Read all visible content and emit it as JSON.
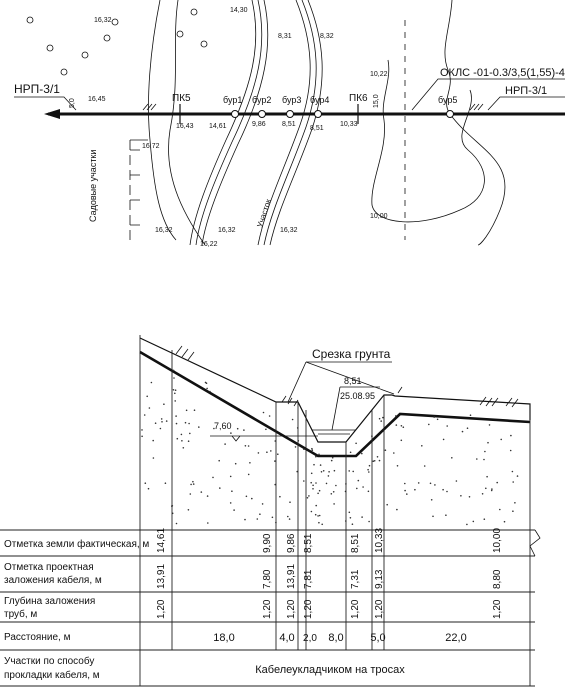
{
  "plan": {
    "route_label_left": "НРП-3/1",
    "route_label_right": "НРП-3/1",
    "cable_label": "ОКЛС -01-0.3/3,5(1,55)-4",
    "pickets": [
      "ПК5",
      "ПК6"
    ],
    "bores": [
      "бур1",
      "бур2",
      "бур3",
      "бур4",
      "бур5"
    ],
    "vertical_labels": [
      "Садовые участки",
      "Участок"
    ],
    "small_vertical": [
      "5,0",
      "15,0"
    ],
    "elevations": [
      "16,32",
      "14,30",
      "8,31",
      "8,32",
      "16,45",
      "16,43",
      "14,61",
      "9,86",
      "8,51",
      "8,51",
      "10,33",
      "10,22",
      "16,72",
      "16,32",
      "16,22",
      "16,32",
      "16,32",
      "10,00"
    ]
  },
  "profile": {
    "cut_label": "Срезка грунта",
    "water_mark": "8,51",
    "water_date": "25.08.95",
    "bottom_mark": "7,60"
  },
  "table": {
    "rows": [
      {
        "label_lines": [
          "Отметка земли фактическая, м"
        ],
        "values": [
          "14,61",
          "9,90",
          "9,86",
          "8,51",
          "8,51",
          "10,33",
          "10,00"
        ]
      },
      {
        "label_lines": [
          "Отметка проектная",
          "заложения кабеля, м"
        ],
        "values": [
          "13,91",
          "7,80",
          "13,91",
          "7,81",
          "7,31",
          "9,13",
          "8,80"
        ]
      },
      {
        "label_lines": [
          "Глубина заложения",
          "труб, м"
        ],
        "values": [
          "1,20",
          "1,20",
          "1,20",
          "1,20",
          "1,20",
          "1,20",
          "1,20"
        ]
      },
      {
        "label_lines": [
          "Расстояние,    м"
        ],
        "values": [
          "18,0",
          "4,0",
          "2,0",
          "8,0",
          "5,0",
          "22,0"
        ]
      },
      {
        "label_lines": [
          "Участки по способу",
          "прокладки кабеля, м"
        ],
        "values": [
          "Кабелеукладчиком на тросах"
        ]
      }
    ]
  }
}
